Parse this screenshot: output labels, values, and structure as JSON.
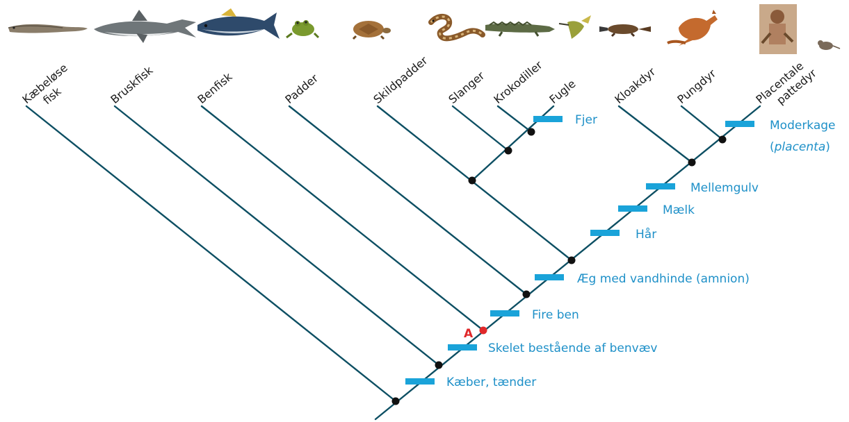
{
  "diagram": {
    "taxa": [
      {
        "id": "kaebeloese-fisk",
        "lines": [
          "Kæbeløse",
          "fisk"
        ],
        "picture": "lamprey"
      },
      {
        "id": "bruskfisk",
        "lines": [
          "Bruskfisk"
        ],
        "picture": "shark"
      },
      {
        "id": "benfisk",
        "lines": [
          "Benfisk"
        ],
        "picture": "tuna"
      },
      {
        "id": "padder",
        "lines": [
          "Padder"
        ],
        "picture": "frog"
      },
      {
        "id": "skildpadder",
        "lines": [
          "Skildpadder"
        ],
        "picture": "turtle"
      },
      {
        "id": "slanger",
        "lines": [
          "Slanger"
        ],
        "picture": "snake"
      },
      {
        "id": "krokodiller",
        "lines": [
          "Krokodiller"
        ],
        "picture": "crocodile"
      },
      {
        "id": "fugle",
        "lines": [
          "Fugle"
        ],
        "picture": "bird"
      },
      {
        "id": "kloakdyr",
        "lines": [
          "Kloakdyr"
        ],
        "picture": "platypus"
      },
      {
        "id": "pungdyr",
        "lines": [
          "Pungdyr"
        ],
        "picture": "kangaroo"
      },
      {
        "id": "placentale",
        "lines": [
          "Placentale",
          "pattedyr"
        ],
        "picture": "human-and-mouse"
      }
    ],
    "traits": [
      {
        "id": "kaeber",
        "text": "Kæber, tænder"
      },
      {
        "id": "skelet",
        "text": "Skelet bestående af benvæv"
      },
      {
        "id": "fire-ben",
        "text": "Fire ben"
      },
      {
        "id": "aeg",
        "text": "Æg med vandhinde (amnion)"
      },
      {
        "id": "haar",
        "text": "Hår"
      },
      {
        "id": "maelk",
        "text": "Mælk"
      },
      {
        "id": "mellemgulv",
        "text": "Mellemgulv"
      },
      {
        "id": "fjer",
        "text": "Fjer"
      },
      {
        "id": "moderkage",
        "text": "Moderkage",
        "paren_open": "(",
        "italic": "placenta",
        "paren_close": ")"
      }
    ],
    "marker": {
      "label": "A",
      "color": "#e0282a"
    },
    "colors": {
      "branch": "#0d4f63",
      "trait_bar": "#1aa3d9",
      "trait_text": "#1e90c8",
      "node": "#111111"
    }
  }
}
